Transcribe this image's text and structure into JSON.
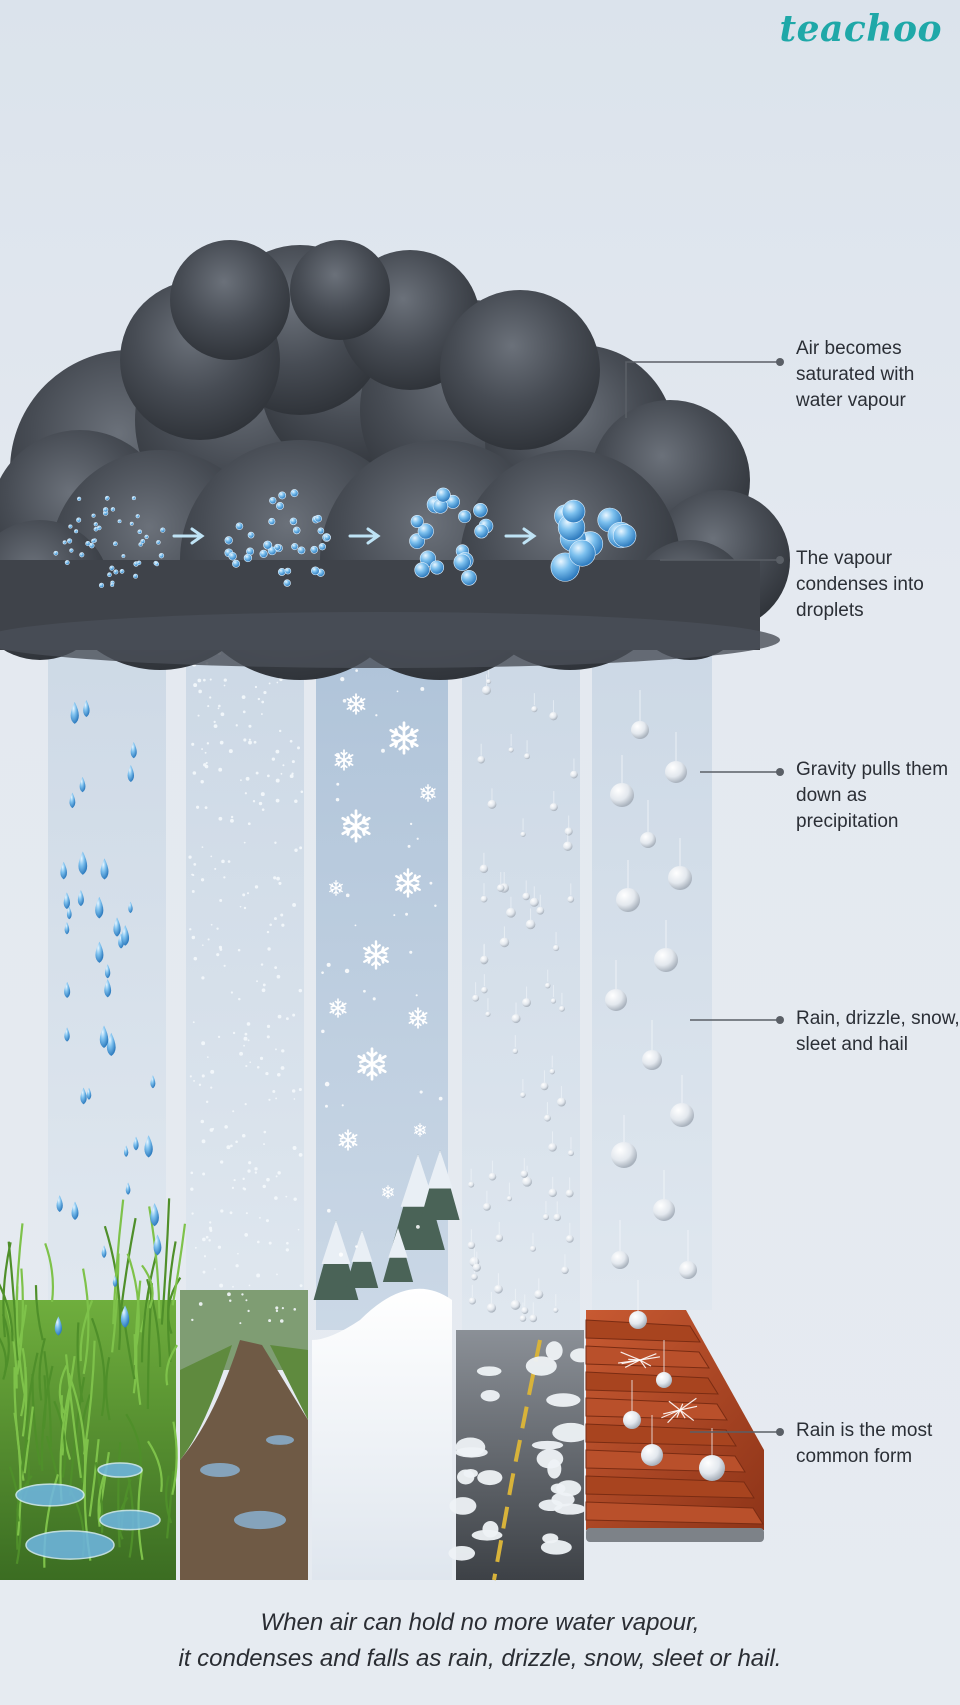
{
  "brand": {
    "logo_text": "teachoo",
    "accent_color": "#1fa8a8"
  },
  "callouts": [
    "Air becomes saturated with water vapour",
    "The vapour condenses into droplets",
    "Gravity pulls them down as precipitation",
    "Rain, drizzle, snow, sleet and hail",
    "Rain is the most common form"
  ],
  "caption": {
    "line1": "When air can hold no more water vapour,",
    "line2": "it condenses and falls as rain, drizzle, snow, sleet or hail."
  },
  "condensation_stages": [
    {
      "name": "vapour",
      "icon": "fine-vapour-dots"
    },
    {
      "name": "small-droplets",
      "icon": "small-droplets"
    },
    {
      "name": "medium-droplets",
      "icon": "medium-droplets"
    },
    {
      "name": "large-droplets",
      "icon": "large-droplets"
    }
  ],
  "precipitation_panels": [
    {
      "type": "rain",
      "ground": "grass-puddles",
      "icon": "raindrop-icon"
    },
    {
      "type": "drizzle",
      "ground": "muddy-path",
      "icon": "drizzle-icon"
    },
    {
      "type": "snow",
      "ground": "snowy-hill-pines",
      "icon": "snowflake-icon"
    },
    {
      "type": "sleet",
      "ground": "slushy-road",
      "icon": "sleet-pellet-icon"
    },
    {
      "type": "hail",
      "ground": "tiled-roof",
      "icon": "hailstone-icon"
    }
  ],
  "colors": {
    "cloud": "#3b3f45",
    "cloud_light": "#6b717a",
    "water": "#5aa6dd",
    "grass": "#4e8a2e",
    "roof": "#b24a2a",
    "snow": "#f4f7fb"
  }
}
